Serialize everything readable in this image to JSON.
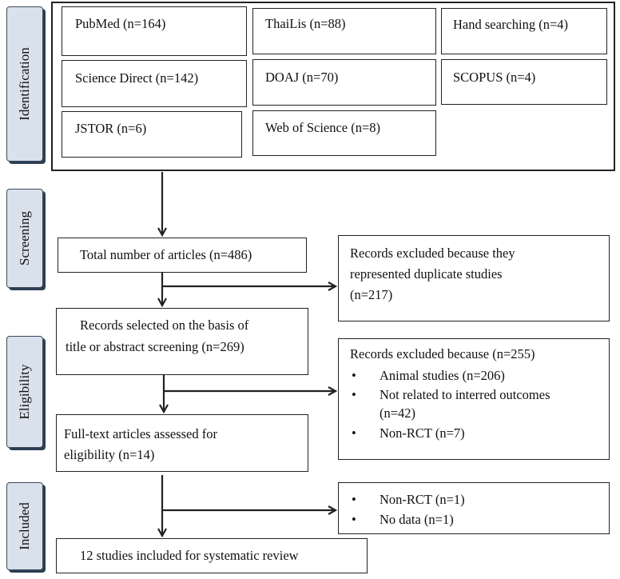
{
  "stages": {
    "identification": "Identification",
    "screening": "Screening",
    "eligibility": "Eligibility",
    "included": "Included"
  },
  "sources": {
    "pubmed": "PubMed (n=164)",
    "thailis": "ThaiLis (n=88)",
    "hand": "Hand searching (n=4)",
    "sciencedirect": "Science Direct (n=142)",
    "doaj": "DOAJ (n=70)",
    "scopus": "SCOPUS (n=4)",
    "jstor": "JSTOR (n=6)",
    "wos": "Web of Science (n=8)"
  },
  "main": {
    "total": "Total number of articles (n=486)",
    "selected_line1": "Records selected on the basis of",
    "selected_line2": "title or abstract screening (n=269)",
    "fulltext_line1": "Full-text articles assessed for",
    "fulltext_line2": "eligibility (n=14)",
    "included": "12 studies included for systematic review"
  },
  "excluded1": {
    "line1": "Records excluded because they",
    "line2": "represented duplicate studies",
    "line3": "(n=217)"
  },
  "excluded2": {
    "title": "Records excluded because (n=255)",
    "item1": "Animal studies (n=206)",
    "item2_line1": "Not related to interred outcomes",
    "item2_line2": "(n=42)",
    "item3": "Non-RCT (n=7)"
  },
  "excluded3": {
    "item1": "Non-RCT (n=1)",
    "item2": "No data (n=1)"
  },
  "bullet": "•"
}
